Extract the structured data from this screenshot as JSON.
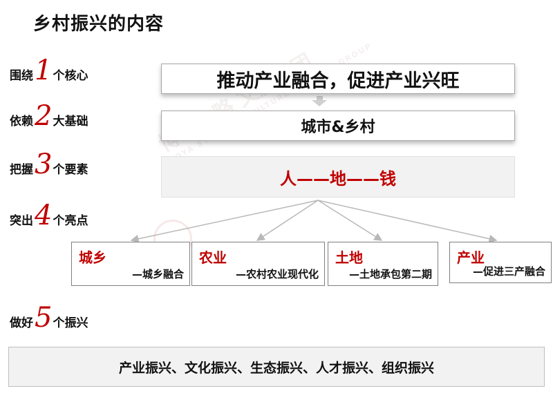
{
  "title": "乡村振兴的内容",
  "rows": [
    {
      "prefix": "围绕",
      "num": "1",
      "suffix": "个核心"
    },
    {
      "prefix": "依赖",
      "num": "2",
      "suffix": "大基础"
    },
    {
      "prefix": "把握",
      "num": "3",
      "suffix": "个要素"
    },
    {
      "prefix": "突出",
      "num": "4",
      "suffix": "个亮点"
    },
    {
      "prefix": "做好",
      "num": "5",
      "suffix": "个振兴"
    }
  ],
  "core": "推动产业融合，促进产业兴旺",
  "foundation": "城市&乡村",
  "elements": "人——地——钱",
  "highlights": [
    {
      "title": "城乡",
      "sub": "—城乡融合"
    },
    {
      "title": "农业",
      "sub": "—农村农业现代化"
    },
    {
      "title": "土地",
      "sub": "—土地承包第二期"
    },
    {
      "title": "产业",
      "sub": "—促进三产融合"
    }
  ],
  "revitalization": "产业振兴、文化振兴、生态振兴、人才振兴、组织振兴",
  "watermark": {
    "cn": "博雅方略 文旅集团",
    "en": "BOYA STRATEGY CULTURE TOURISM GROUP"
  },
  "colors": {
    "accent": "#c00000",
    "box_border": "#a6a6a6",
    "panel": "#f2f2f2",
    "connector": "#b8b8b8"
  }
}
